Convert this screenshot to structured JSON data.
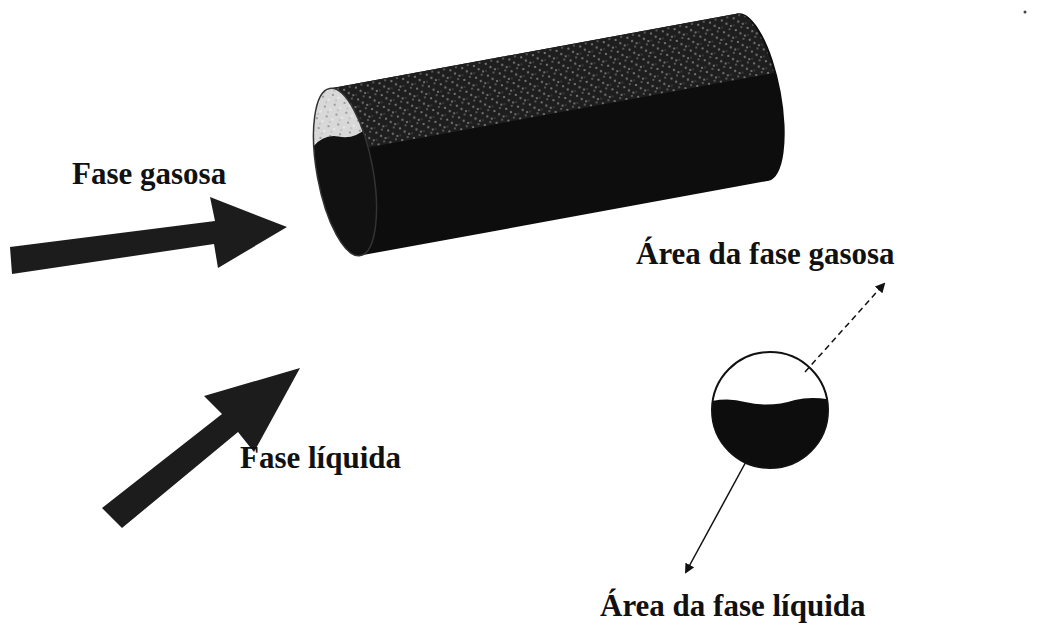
{
  "diagram": {
    "labels": [
      "Fase gasosa",
      "Fase líquida",
      "Área da fase gasosa",
      "Área da fase líquida"
    ]
  }
}
